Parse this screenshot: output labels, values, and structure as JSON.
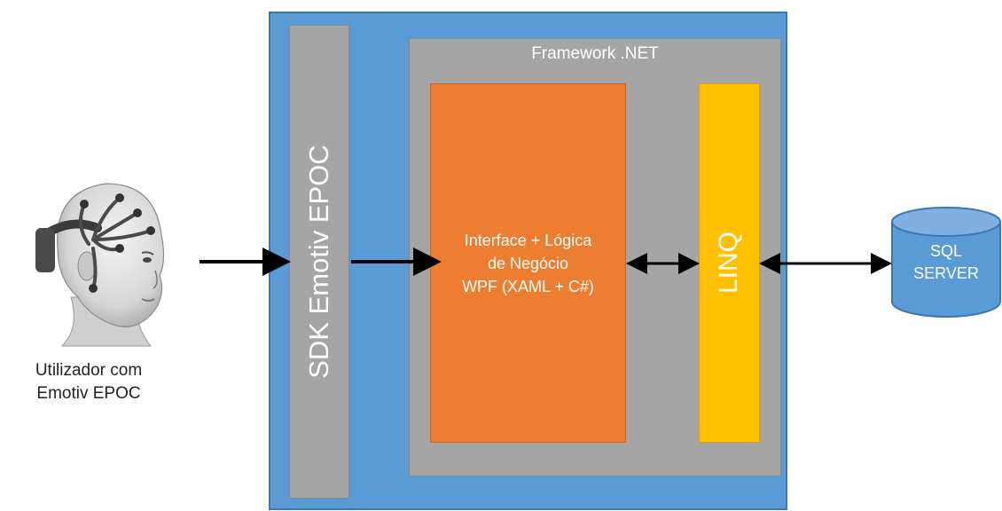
{
  "user": {
    "caption_line1": "Utilizador com",
    "caption_line2": "Emotiv EPOC"
  },
  "sdk": {
    "label": "SDK Emotiv EPOC"
  },
  "framework": {
    "label": "Framework .NET"
  },
  "interface": {
    "line1": "Interface + Lógica",
    "line2": "de Negócio",
    "line3": "WPF (XAML + C#)"
  },
  "linq": {
    "label": "LINQ"
  },
  "database": {
    "line1": "SQL",
    "line2": "SERVER"
  },
  "colors": {
    "outer_blue": "#5b9bd5",
    "gray": "#a5a5a5",
    "orange": "#ed7d31",
    "yellow": "#ffc000",
    "cylinder_blue": "#5b9bd5"
  }
}
